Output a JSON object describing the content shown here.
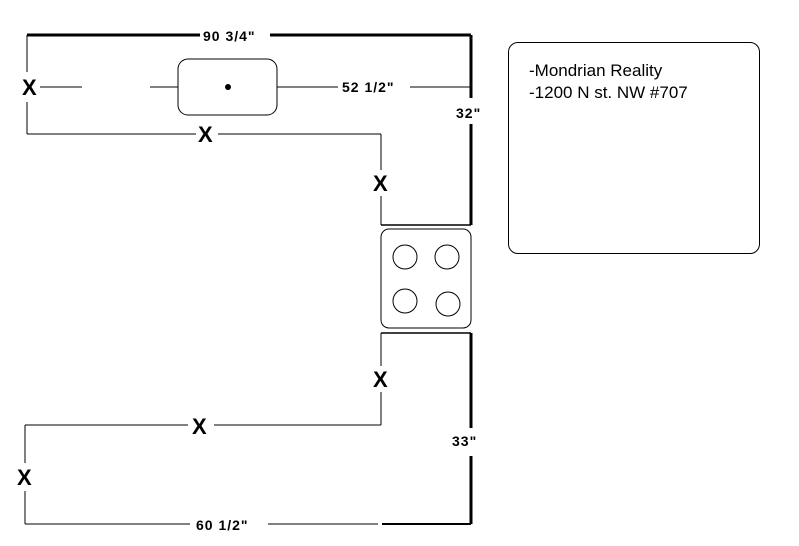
{
  "diagram": {
    "dimensions": {
      "top_length": "90 3/4\"",
      "sink_run": "52 1/2\"",
      "upper_depth": "32\"",
      "lower_depth": "33\"",
      "bottom_length": "60 1/2\""
    },
    "marker_symbol": "X"
  },
  "info": {
    "line1": "-Mondrian Reality",
    "line2": "-1200 N st. NW #707"
  }
}
